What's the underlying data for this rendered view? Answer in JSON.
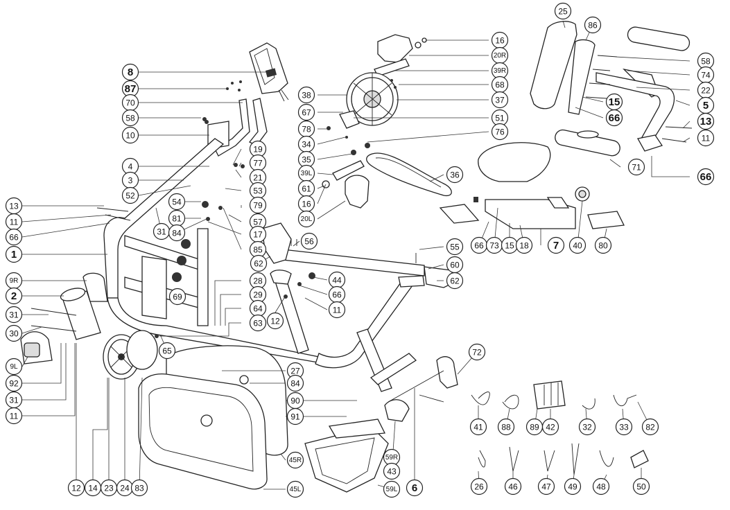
{
  "labels": [
    {
      "id": "8",
      "text": "8"
    },
    {
      "id": "87",
      "text": "87"
    },
    {
      "id": "70",
      "text": "70"
    },
    {
      "id": "58a",
      "text": "58"
    },
    {
      "id": "10",
      "text": "10"
    },
    {
      "id": "4",
      "text": "4"
    },
    {
      "id": "3",
      "text": "3"
    },
    {
      "id": "52",
      "text": "52"
    },
    {
      "id": "13a",
      "text": "13"
    },
    {
      "id": "11a",
      "text": "11"
    },
    {
      "id": "66a",
      "text": "66"
    },
    {
      "id": "1",
      "text": "1"
    },
    {
      "id": "9R",
      "text": "9R"
    },
    {
      "id": "2",
      "text": "2"
    },
    {
      "id": "31a",
      "text": "31"
    },
    {
      "id": "30",
      "text": "30"
    },
    {
      "id": "9L",
      "text": "9L"
    },
    {
      "id": "92",
      "text": "92"
    },
    {
      "id": "31b",
      "text": "31"
    },
    {
      "id": "11b",
      "text": "11"
    },
    {
      "id": "19",
      "text": "19"
    },
    {
      "id": "77",
      "text": "77"
    },
    {
      "id": "21",
      "text": "21"
    },
    {
      "id": "53",
      "text": "53"
    },
    {
      "id": "54",
      "text": "54"
    },
    {
      "id": "79",
      "text": "79"
    },
    {
      "id": "81",
      "text": "81"
    },
    {
      "id": "57",
      "text": "57"
    },
    {
      "id": "31c",
      "text": "31"
    },
    {
      "id": "84a",
      "text": "84"
    },
    {
      "id": "17",
      "text": "17"
    },
    {
      "id": "85",
      "text": "85"
    },
    {
      "id": "62a",
      "text": "62"
    },
    {
      "id": "56",
      "text": "56"
    },
    {
      "id": "69",
      "text": "69"
    },
    {
      "id": "28",
      "text": "28"
    },
    {
      "id": "29",
      "text": "29"
    },
    {
      "id": "64",
      "text": "64"
    },
    {
      "id": "63",
      "text": "63"
    },
    {
      "id": "12a",
      "text": "12"
    },
    {
      "id": "65",
      "text": "65"
    },
    {
      "id": "27",
      "text": "27"
    },
    {
      "id": "84b",
      "text": "84"
    },
    {
      "id": "90",
      "text": "90"
    },
    {
      "id": "91",
      "text": "91"
    },
    {
      "id": "45R",
      "text": "45R"
    },
    {
      "id": "45L",
      "text": "45L"
    },
    {
      "id": "16a",
      "text": "16"
    },
    {
      "id": "20R",
      "text": "20R"
    },
    {
      "id": "39R",
      "text": "39R"
    },
    {
      "id": "68",
      "text": "68"
    },
    {
      "id": "38",
      "text": "38"
    },
    {
      "id": "37",
      "text": "37"
    },
    {
      "id": "67",
      "text": "67"
    },
    {
      "id": "51",
      "text": "51"
    },
    {
      "id": "78",
      "text": "78"
    },
    {
      "id": "76",
      "text": "76"
    },
    {
      "id": "34",
      "text": "34"
    },
    {
      "id": "35",
      "text": "35"
    },
    {
      "id": "36",
      "text": "36"
    },
    {
      "id": "39L",
      "text": "39L"
    },
    {
      "id": "61",
      "text": "61"
    },
    {
      "id": "16b",
      "text": "16"
    },
    {
      "id": "20L",
      "text": "20L"
    },
    {
      "id": "55",
      "text": "55"
    },
    {
      "id": "60",
      "text": "60"
    },
    {
      "id": "44",
      "text": "44"
    },
    {
      "id": "62b",
      "text": "62"
    },
    {
      "id": "66b",
      "text": "66"
    },
    {
      "id": "11c",
      "text": "11"
    },
    {
      "id": "25",
      "text": "25"
    },
    {
      "id": "86",
      "text": "86"
    },
    {
      "id": "58b",
      "text": "58"
    },
    {
      "id": "74",
      "text": "74"
    },
    {
      "id": "22",
      "text": "22"
    },
    {
      "id": "15a",
      "text": "15"
    },
    {
      "id": "5",
      "text": "5"
    },
    {
      "id": "66c",
      "text": "66"
    },
    {
      "id": "13b",
      "text": "13"
    },
    {
      "id": "11d",
      "text": "11"
    },
    {
      "id": "71",
      "text": "71"
    },
    {
      "id": "66d",
      "text": "66"
    },
    {
      "id": "66e",
      "text": "66"
    },
    {
      "id": "73",
      "text": "73"
    },
    {
      "id": "15b",
      "text": "15"
    },
    {
      "id": "18",
      "text": "18"
    },
    {
      "id": "7",
      "text": "7"
    },
    {
      "id": "40",
      "text": "40"
    },
    {
      "id": "80",
      "text": "80"
    },
    {
      "id": "72",
      "text": "72"
    },
    {
      "id": "41",
      "text": "41"
    },
    {
      "id": "88",
      "text": "88"
    },
    {
      "id": "89",
      "text": "89"
    },
    {
      "id": "42",
      "text": "42"
    },
    {
      "id": "32",
      "text": "32"
    },
    {
      "id": "33",
      "text": "33"
    },
    {
      "id": "82",
      "text": "82"
    },
    {
      "id": "26",
      "text": "26"
    },
    {
      "id": "46",
      "text": "46"
    },
    {
      "id": "47",
      "text": "47"
    },
    {
      "id": "49",
      "text": "49"
    },
    {
      "id": "48",
      "text": "48"
    },
    {
      "id": "50",
      "text": "50"
    },
    {
      "id": "59R",
      "text": "59R"
    },
    {
      "id": "59L",
      "text": "59L"
    },
    {
      "id": "43",
      "text": "43"
    },
    {
      "id": "6",
      "text": "6"
    },
    {
      "id": "12b",
      "text": "12"
    },
    {
      "id": "14",
      "text": "14"
    },
    {
      "id": "23",
      "text": "23"
    },
    {
      "id": "24",
      "text": "24"
    },
    {
      "id": "83",
      "text": "83"
    }
  ]
}
